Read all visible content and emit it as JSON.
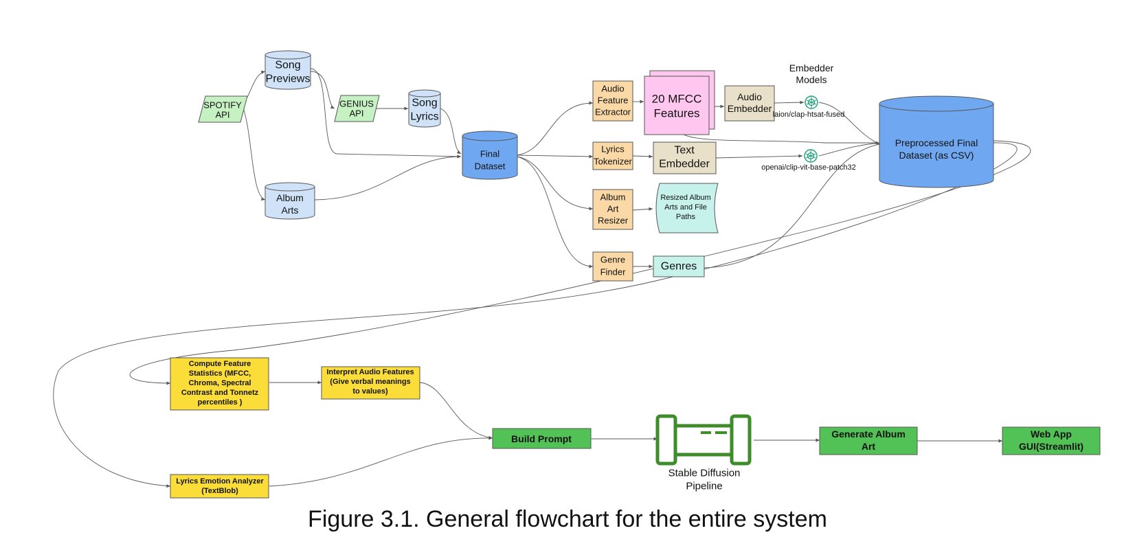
{
  "caption": "Figure 3.1. General flowchart for the entire system",
  "colors": {
    "api": "#c6f1c3",
    "store_light": "#cfe2f8",
    "store_dark": "#6fa8f0",
    "process_orange": "#fbd9a6",
    "feature_pink": "#ffc7f0",
    "embedder_tan": "#e9e0c9",
    "teal": "#c7f2ec",
    "yellow": "#fbdd3a",
    "green": "#52c257",
    "pipeline_green": "#3e8c2a",
    "openai_icon": "#1f9e79",
    "edge": "#555555"
  },
  "nodes": {
    "spotify_api": {
      "lines": [
        "SPOTIFY",
        "API"
      ]
    },
    "song_previews": {
      "lines": [
        "Song",
        "Previews"
      ]
    },
    "genius_api": {
      "lines": [
        "GENIUS",
        "API"
      ]
    },
    "song_lyrics": {
      "lines": [
        "Song",
        "Lyrics"
      ]
    },
    "album_arts": {
      "lines": [
        "Album",
        "Arts"
      ]
    },
    "final_dataset": {
      "lines": [
        "Final",
        "Dataset"
      ]
    },
    "audio_feature_extractor": {
      "lines": [
        "Audio",
        "Feature",
        "Extractor"
      ]
    },
    "mfcc_features": {
      "lines": [
        "20 MFCC",
        "Features"
      ]
    },
    "audio_embedder": {
      "lines": [
        "Audio",
        "Embedder"
      ]
    },
    "embedder_models_label": {
      "lines": [
        "Embedder",
        "Models"
      ]
    },
    "clap_model": {
      "lines": [
        "laion/clap-htsat-fused"
      ]
    },
    "clip_model": {
      "lines": [
        "openai/clip-vit-base-patch32"
      ]
    },
    "lyrics_tokenizer": {
      "lines": [
        "Lyrics",
        "Tokenizer"
      ]
    },
    "text_embedder": {
      "lines": [
        "Text",
        "Embedder"
      ]
    },
    "album_art_resizer": {
      "lines": [
        "Album",
        "Art",
        "Resizer"
      ]
    },
    "resized_album_arts": {
      "lines": [
        "Resized Album",
        "Arts and File",
        "Paths"
      ]
    },
    "genre_finder": {
      "lines": [
        "Genre",
        "Finder"
      ]
    },
    "genres": {
      "lines": [
        "Genres"
      ]
    },
    "preprocessed_dataset": {
      "lines": [
        "Preprocessed Final",
        "Dataset (as CSV)"
      ]
    },
    "compute_feature_statistics": {
      "lines": [
        "Compute Feature",
        "Statistics (MFCC,",
        "Chroma, Spectral",
        "Contrast and Tonnetz",
        "percentiles )"
      ]
    },
    "interpret_audio_features": {
      "lines": [
        "Interpret Audio Features",
        "(Give verbal meanings",
        "to values)"
      ]
    },
    "lyrics_emotion_analyzer": {
      "lines": [
        "Lyrics Emotion Analyzer",
        "(TextBlob)"
      ]
    },
    "build_prompt": {
      "lines": [
        "Build Prompt"
      ]
    },
    "stable_diffusion": {
      "lines": [
        "Stable Diffusion",
        "Pipeline"
      ]
    },
    "generate_album_art": {
      "lines": [
        "Generate Album",
        "Art"
      ]
    },
    "web_app": {
      "lines": [
        "Web App",
        "GUI(Streamlit)"
      ]
    }
  }
}
